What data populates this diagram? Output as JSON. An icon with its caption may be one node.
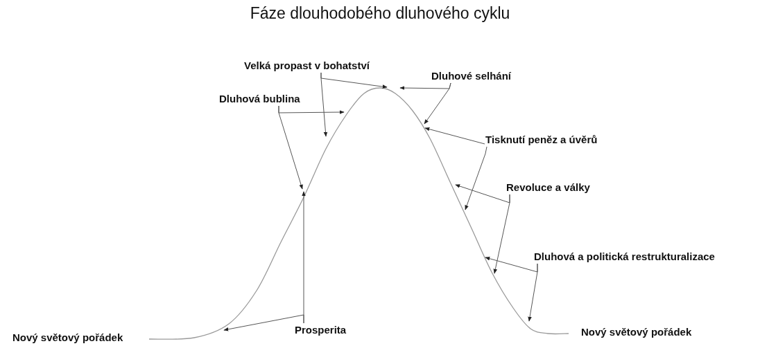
{
  "diagram": {
    "title": "Fáze dlouhodobého dluhového cyklu",
    "nodes": [
      {
        "text": [
          "Velká propast v bohatství"
        ]
      },
      {
        "text": [
          "Dluhové selhání"
        ]
      },
      {
        "text": [
          "Dluhová bublina"
        ]
      },
      {
        "text": [
          "Tisknutí peněz a úvěrů"
        ]
      },
      {
        "text": [
          "Revoluce a války"
        ]
      },
      {
        "text": [
          "Dluhová a politická restrukturalizace"
        ]
      },
      {
        "text": [
          "Prosperita"
        ]
      }
    ],
    "edges": [
      {
        "from": 0,
        "to": null,
        "arrow": "to"
      },
      {
        "from": 0,
        "to": null,
        "arrow": "to"
      },
      {
        "from": 1,
        "to": null,
        "arrow": "to"
      },
      {
        "from": 1,
        "to": null,
        "arrow": "to"
      },
      {
        "from": 2,
        "to": null,
        "arrow": "to"
      },
      {
        "from": 2,
        "to": null,
        "arrow": "to"
      },
      {
        "from": 3,
        "to": null,
        "arrow": "to"
      },
      {
        "from": 3,
        "to": null,
        "arrow": "to"
      },
      {
        "from": 4,
        "to": null,
        "arrow": "to"
      },
      {
        "from": 4,
        "to": null,
        "arrow": "to"
      },
      {
        "from": 5,
        "to": null,
        "arrow": "to"
      },
      {
        "from": 5,
        "to": null,
        "arrow": "to"
      },
      {
        "from": 6,
        "to": null,
        "arrow": "to"
      },
      {
        "from": 6,
        "to": null,
        "arrow": "to"
      }
    ],
    "labels": [
      "Nový světový pořádek",
      "Nový světový pořádek"
    ]
  }
}
